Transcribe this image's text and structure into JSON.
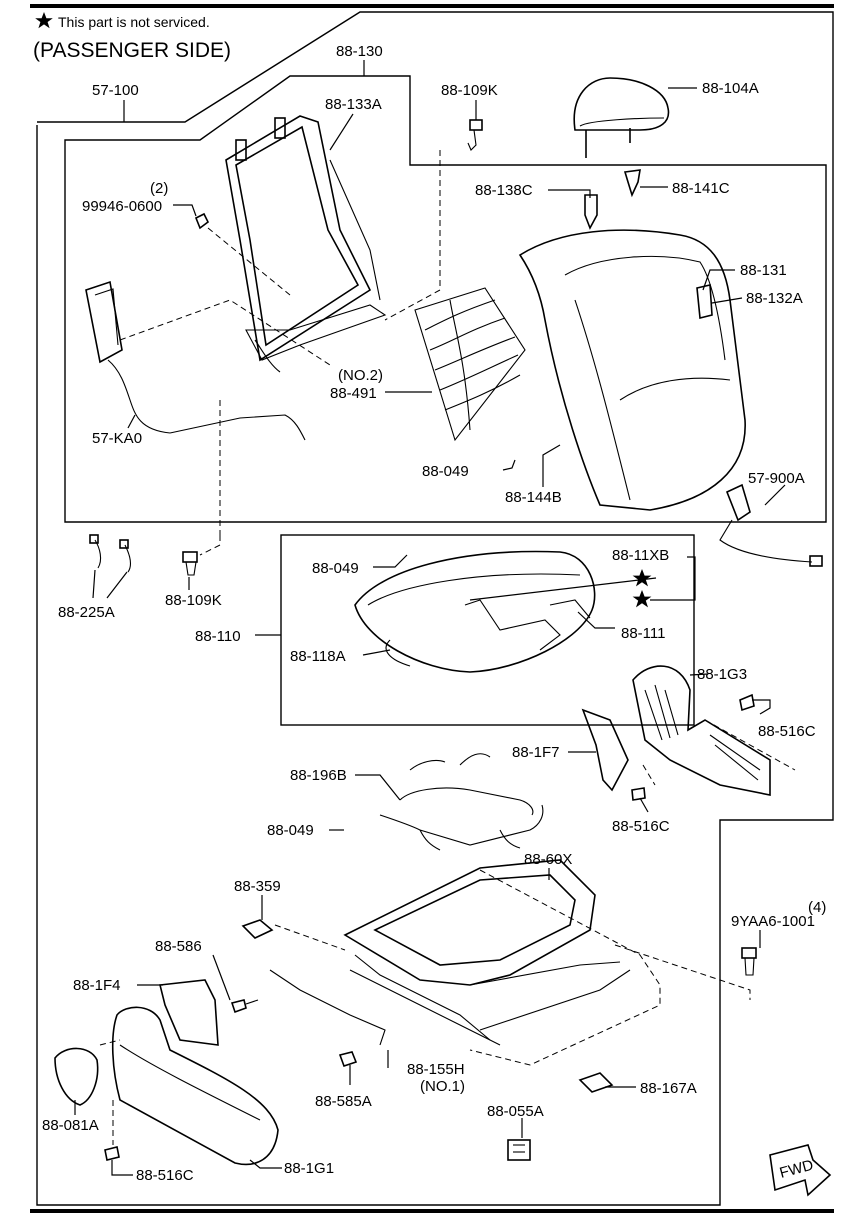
{
  "header": {
    "note": "This part is not serviced.",
    "side": "(PASSENGER SIDE)"
  },
  "labels": {
    "p88_130": "88-130",
    "p57_100": "57-100",
    "p88_109K_top": "88-109K",
    "p88_104A": "88-104A",
    "p88_133A": "88-133A",
    "p99946_qty": "(2)",
    "p99946": "99946-0600",
    "p88_138C": "88-138C",
    "p88_141C": "88-141C",
    "p88_131": "88-131",
    "p88_132A": "88-132A",
    "p88_491_qty": "(NO.2)",
    "p88_491": "88-491",
    "p57_KA0": "57-KA0",
    "p88_049_a": "88-049",
    "p88_144B": "88-144B",
    "p57_900A": "57-900A",
    "p88_225A": "88-225A",
    "p88_109K_mid": "88-109K",
    "p88_049_b": "88-049",
    "p88_11XB": "88-11XB",
    "p88_110": "88-110",
    "p88_111": "88-111",
    "p88_118A": "88-118A",
    "p88_1G3": "88-1G3",
    "p88_516C_a": "88-516C",
    "p88_1F7": "88-1F7",
    "p88_196B": "88-196B",
    "p88_516C_b": "88-516C",
    "p88_049_c": "88-049",
    "p88_60X": "88-60X",
    "p88_359": "88-359",
    "p9YAA6_qty": "(4)",
    "p9YAA6": "9YAA6-1001",
    "p88_586": "88-586",
    "p88_1F4": "88-1F4",
    "p88_155H": "88-155H",
    "p88_155H_qty": "(NO.1)",
    "p88_585A": "88-585A",
    "p88_167A": "88-167A",
    "p88_055A": "88-055A",
    "p88_081A": "88-081A",
    "p88_516C_c": "88-516C",
    "p88_1G1": "88-1G1",
    "fwd": "FWD"
  },
  "icons": {
    "star": "star-icon",
    "fwd_arrow": "fwd-arrow-icon"
  }
}
